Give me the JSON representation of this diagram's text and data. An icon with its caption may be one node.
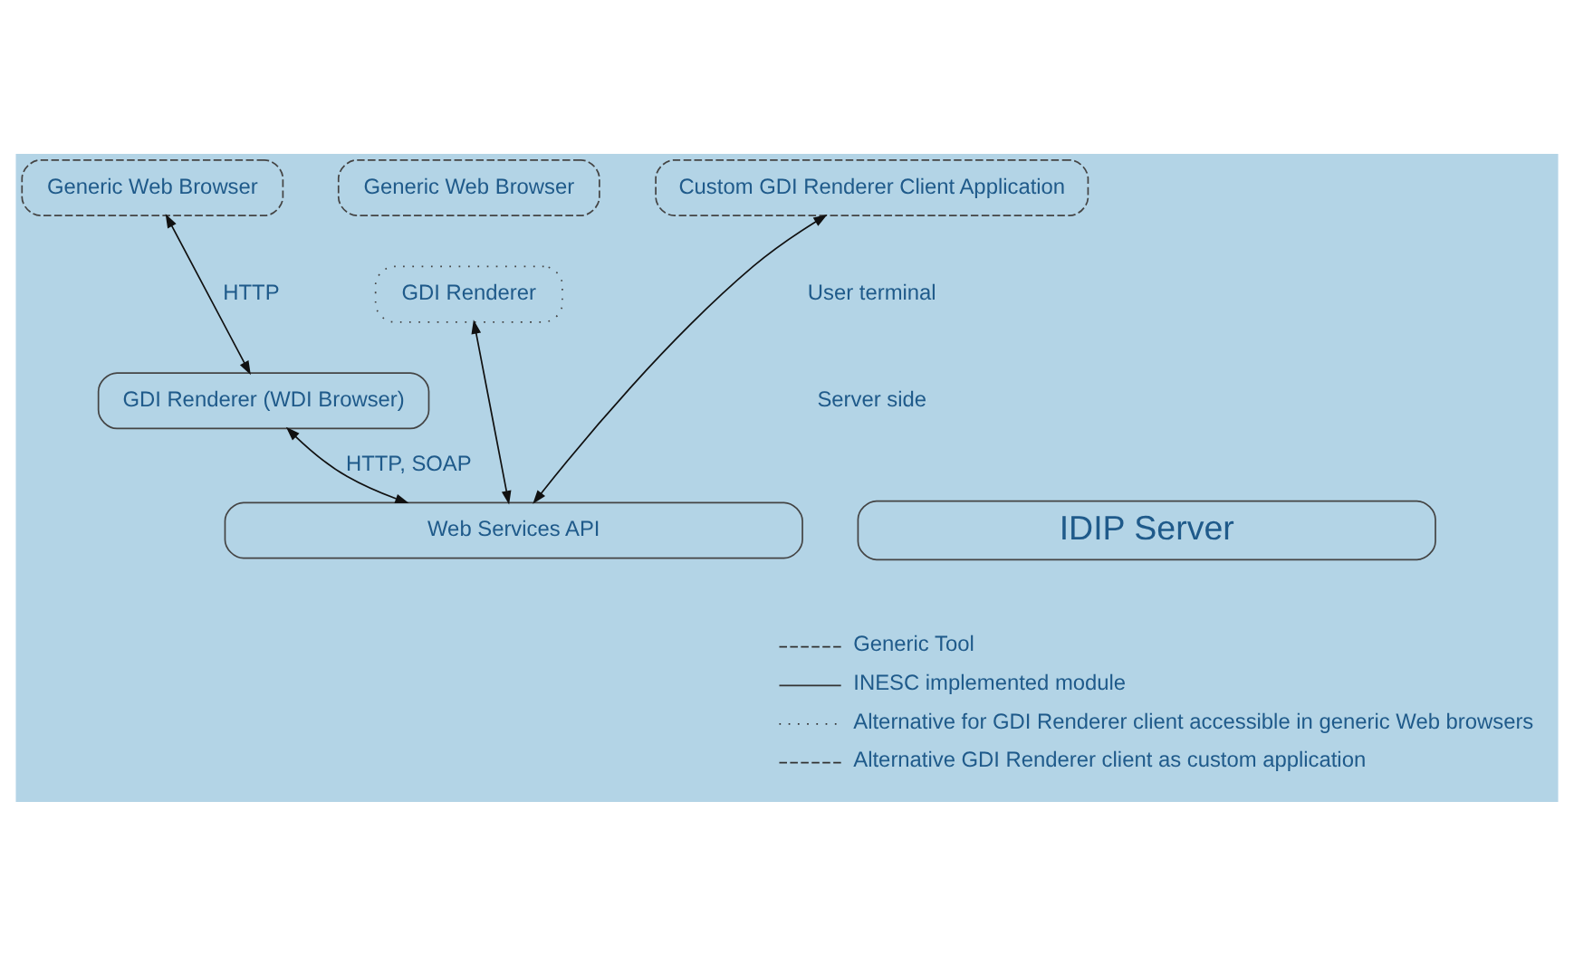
{
  "diagram": {
    "nodes": [
      {
        "text": [
          "Generic Web Browser"
        ]
      },
      {
        "text": [
          "Generic Web Browser"
        ]
      },
      {
        "text": [
          "GDI Renderer"
        ]
      },
      {
        "text": [
          "Custom GDI Renderer Client Application"
        ]
      },
      {
        "text": [
          "GDI Renderer (WDI Browser)"
        ]
      },
      {
        "text": [
          "Web Services API"
        ]
      },
      {
        "text": [
          "IDIP Server"
        ]
      }
    ],
    "edges": [
      {
        "from": 0,
        "to": 4,
        "arrow": "both",
        "label": "HTTP"
      },
      {
        "from": 2,
        "to": 5,
        "arrow": "both"
      },
      {
        "from": 3,
        "to": 5,
        "arrow": "both"
      },
      {
        "from": 4,
        "to": 5,
        "arrow": "both",
        "label": "HTTP, SOAP"
      }
    ],
    "labels": [
      "User terminal",
      "Server side"
    ],
    "legend": [
      {
        "text": "Generic Tool"
      },
      {
        "text": "INESC implemented module"
      },
      {
        "text": "Alternative for GDI Renderer client accessible in generic Web browsers"
      },
      {
        "text": "Alternative GDI Renderer client as custom application"
      }
    ]
  }
}
